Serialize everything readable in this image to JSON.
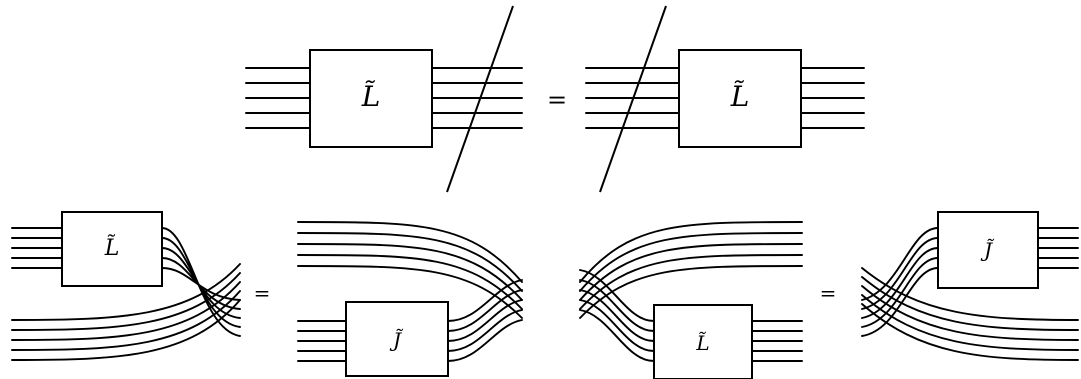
{
  "diagram": {
    "top": {
      "left_box_label": "L̃",
      "right_box_label": "L̃",
      "equals": "="
    },
    "bottom_left": {
      "lhs_box_label": "L̃",
      "rhs_box_label": "J̃",
      "equals": "="
    },
    "bottom_right": {
      "lhs_box_label": "L̃",
      "rhs_box_label": "J̃",
      "equals": "="
    }
  }
}
